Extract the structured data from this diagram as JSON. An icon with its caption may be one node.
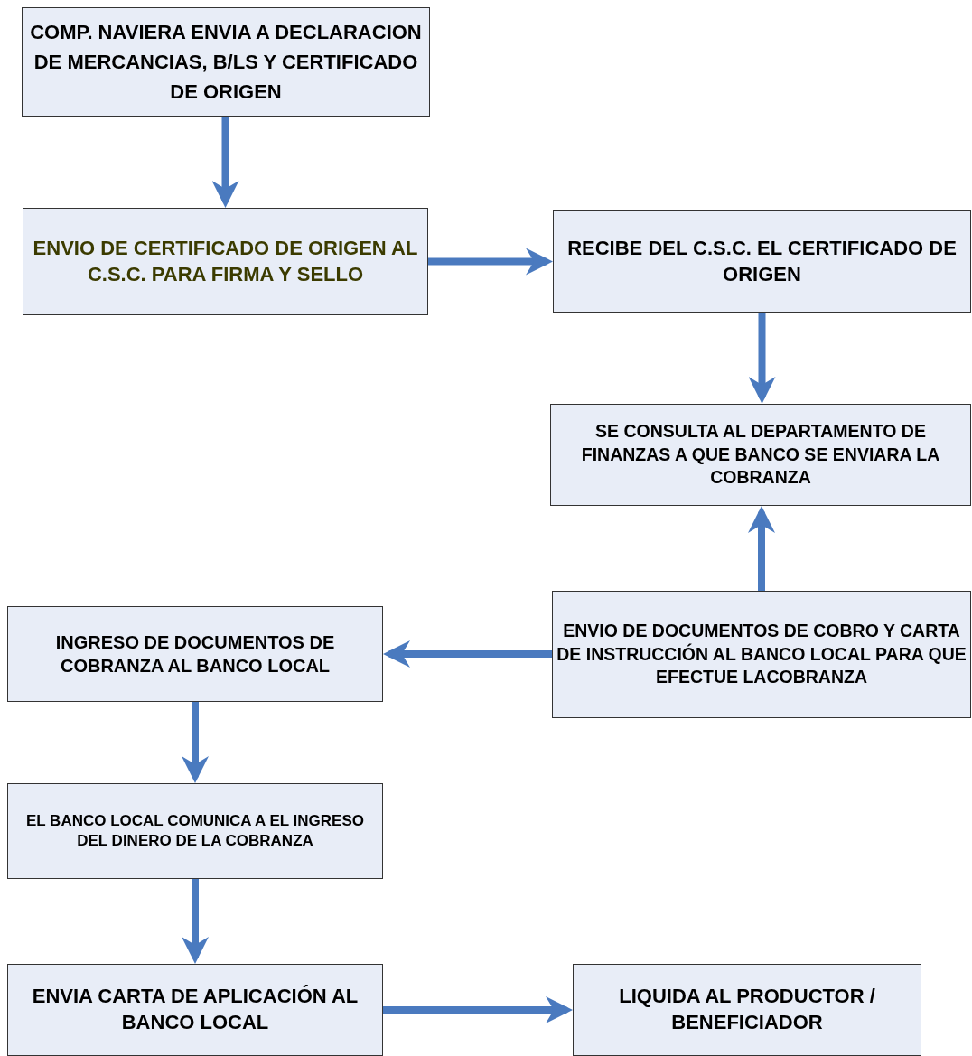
{
  "diagram": {
    "nodes": [
      {
        "text": [
          "COMP. NAVIERA ENVIA A DECLARACION DE MERCANCIAS, B/LS Y CERTIFICADO DE ORIGEN"
        ]
      },
      {
        "text": [
          "ENVIO DE CERTIFICADO DE ORIGEN AL C.S.C. PARA FIRMA Y SELLO"
        ]
      },
      {
        "text": [
          "RECIBE DEL C.S.C. EL CERTIFICADO DE ORIGEN"
        ]
      },
      {
        "text": [
          "SE CONSULTA AL DEPARTAMENTO DE FINANZAS A QUE BANCO SE ENVIARA LA COBRANZA"
        ]
      },
      {
        "text": [
          "ENVIO DE DOCUMENTOS DE COBRO Y CARTA DE INSTRUCCIÓN AL BANCO LOCAL PARA QUE EFECTUE LACOBRANZA"
        ]
      },
      {
        "text": [
          "INGRESO DE DOCUMENTOS DE COBRANZA AL BANCO LOCAL"
        ]
      },
      {
        "text": [
          "EL BANCO LOCAL COMUNICA A EL INGRESO DEL DINERO DE LA COBRANZA"
        ]
      },
      {
        "text": [
          "ENVIA CARTA DE APLICACIÓN AL BANCO LOCAL"
        ]
      },
      {
        "text": [
          "LIQUIDA AL PRODUCTOR / BENEFICIADOR"
        ]
      }
    ],
    "edges": [
      {
        "from": 0,
        "to": 1,
        "arrow": "to"
      },
      {
        "from": 1,
        "to": 2,
        "arrow": "to"
      },
      {
        "from": 2,
        "to": 3,
        "arrow": "to"
      },
      {
        "from": 4,
        "to": 3,
        "arrow": "to"
      },
      {
        "from": 4,
        "to": 5,
        "arrow": "to"
      },
      {
        "from": 5,
        "to": 6,
        "arrow": "to"
      },
      {
        "from": 6,
        "to": 7,
        "arrow": "to"
      },
      {
        "from": 7,
        "to": 8,
        "arrow": "to"
      }
    ]
  }
}
